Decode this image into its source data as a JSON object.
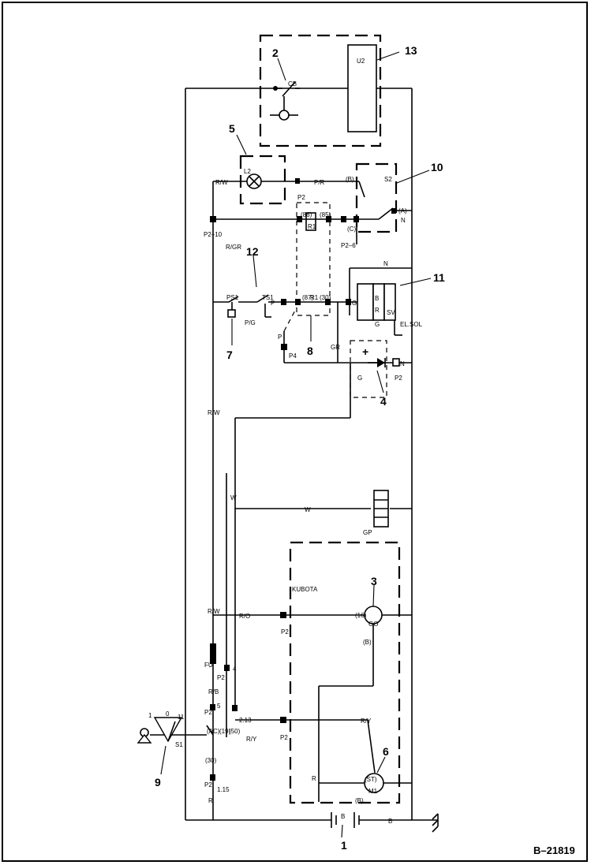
{
  "reference": "B–21819",
  "callouts": {
    "c1": "1",
    "c2": "2",
    "c3": "3",
    "c4": "4",
    "c5": "5",
    "c6": "6",
    "c7": "7",
    "c8": "8",
    "c9": "9",
    "c10": "10",
    "c11": "11",
    "c12": "12",
    "c13": "13"
  },
  "components": {
    "cb": "CB",
    "u2": "U2",
    "l2": "L2",
    "s2": "S2",
    "r1a": "R1",
    "r1b": "R1",
    "ps1": "PS1",
    "ts1": "TS1",
    "sv": "SV",
    "b": "B",
    "r": "R",
    "g": "G",
    "el_sol": "EL.SOL",
    "gp": "GP",
    "kubota": "KUBOTA",
    "fu": "FU",
    "s1": "S1",
    "m1": "M1",
    "batt_b": "B",
    "plus": "+"
  },
  "wires": {
    "r_w_1": "R/W",
    "p_r": "P/R",
    "b_paren": "(B)",
    "r_w_2": "R/W",
    "r_w_3": "R/W",
    "r_gr": "R/GR",
    "p_g": "P/G",
    "p_1": "P",
    "p_2": "P",
    "gr": "GR",
    "gr2": "GR",
    "g_1": "G",
    "n_1": "N",
    "n_2": "N",
    "n_3": "N",
    "w_1": "W",
    "w_2": "W",
    "r_o": "R/O",
    "r_b": "R/B",
    "r_y_1": "R/Y",
    "r_y_2": "R/Y",
    "r_1": "R",
    "r_2": "R",
    "b_bot": "B",
    "b_paren2": "(B)",
    "b_paren3": "(B)"
  },
  "terminals": {
    "a": "(A)",
    "c": "(C)",
    "t86": "(86)",
    "t85": "(85)",
    "t87": "(87)",
    "t30": "(30)",
    "t16": "(16)",
    "st": "(ST)",
    "ac": "(AC)",
    "t19": "(19)",
    "t50": "(50)",
    "t30b": "(30)",
    "go": "GO",
    "s1_1": "1",
    "s1_11": "11",
    "s1_0": "0"
  },
  "connectors": {
    "p2_10": "P2–10",
    "p2_6": "P2–6",
    "p2": "P2",
    "p4": "P4",
    "p2_n": "P2",
    "p2_kub": "P2",
    "p2_4": "P2",
    "n4": "4",
    "p2_5": "P2",
    "n5": "5",
    "n2_13": "2.13",
    "p2_st": "P2",
    "p2_15": "P2",
    "n1_15": "1.15"
  }
}
